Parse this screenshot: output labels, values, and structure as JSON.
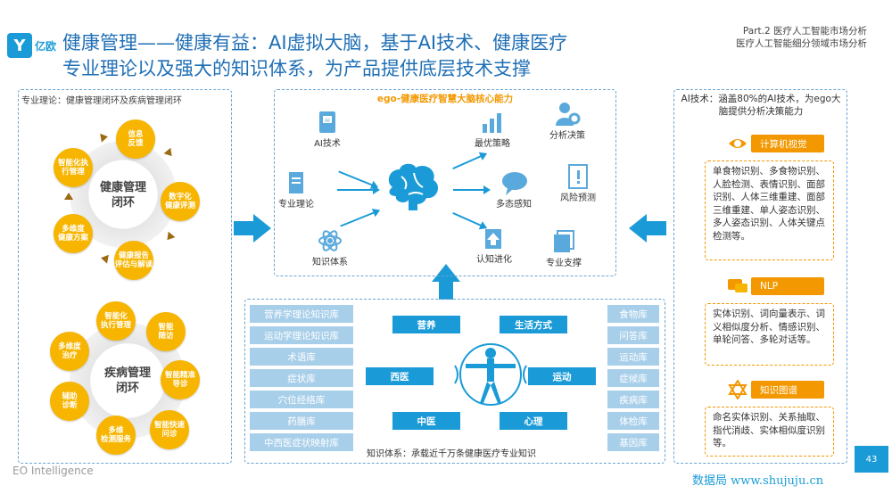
{
  "header": {
    "logo_mark": "Y",
    "logo_text": "亿欧",
    "title_line1": "健康管理——健康有益：AI虚拟大脑，基于AI技术、健康医疗",
    "title_line2": "专业理论以及强大的知识体系，为产品提供底层技术支撑",
    "part_line1": "Part.2  医疗人工智能市场分析",
    "part_line2": "医疗人工智能细分领域市场分析"
  },
  "left": {
    "caption": "专业理论：健康管理闭环及疾病管理闭环",
    "ring1": {
      "label_line1": "健康管理",
      "label_line2": "闭环",
      "nodes": [
        "信息\n反馈",
        "数字化\n健康评测",
        "健康报告\n评估与解读",
        "多维度\n健康方案",
        "智能化执\n行管理"
      ]
    },
    "ring2": {
      "label_line1": "疾病管理",
      "label_line2": "闭环",
      "nodes": [
        "智能化\n执行管理",
        "智能\n随访",
        "智能精准\n导诊",
        "智能快速\n问诊",
        "多维\n检测服务",
        "辅助\n诊断",
        "多维度\n治疗"
      ]
    }
  },
  "center": {
    "title": "ego-健康医疗智慧大脑核心能力",
    "inputs": [
      "AI技术",
      "专业理论",
      "知识体系"
    ],
    "outputs": [
      "最优策略",
      "分析决策",
      "多态感知",
      "风险预测",
      "认知进化",
      "专业支撑"
    ]
  },
  "right": {
    "caption": "AI技术：涵盖80%的AI技术，为ego大脑提供分析决策能力",
    "sections": [
      {
        "tag": "计算机视觉",
        "text": "单食物识别、多食物识别、人脸检测、表情识别、面部识别、人体三维重建、面部三维重建、单人姿态识别、多人姿态识别、人体关键点检测等。"
      },
      {
        "tag": "NLP",
        "text": "实体识别、词向量表示、词义相似度分析、情感识别、单轮问答、多轮对话等。"
      },
      {
        "tag": "知识图谱",
        "text": "命名实体识别、关系抽取、指代消歧、实体相似度识别等。"
      }
    ]
  },
  "knowledge": {
    "left_items": [
      "营养学理论知识库",
      "运动学理论知识库",
      "术语库",
      "症状库",
      "穴位经络库",
      "药膳库",
      "中西医症状映射库"
    ],
    "right_items": [
      "食物库",
      "问答库",
      "运动库",
      "症候库",
      "疾病库",
      "体检库",
      "基因库"
    ],
    "pills": [
      "营养",
      "生活方式",
      "西医",
      "运动",
      "中医",
      "心理"
    ],
    "caption": "知识体系：承载近千万条健康医疗专业知识"
  },
  "footer": {
    "brand": "EO Intelligence",
    "page": "43",
    "watermark": "数据局 www.shujuju.cn"
  },
  "colors": {
    "primary": "#1a9bd7",
    "accent": "#f39800",
    "node": "#f7b500",
    "kb_light": "#a8cfea"
  }
}
